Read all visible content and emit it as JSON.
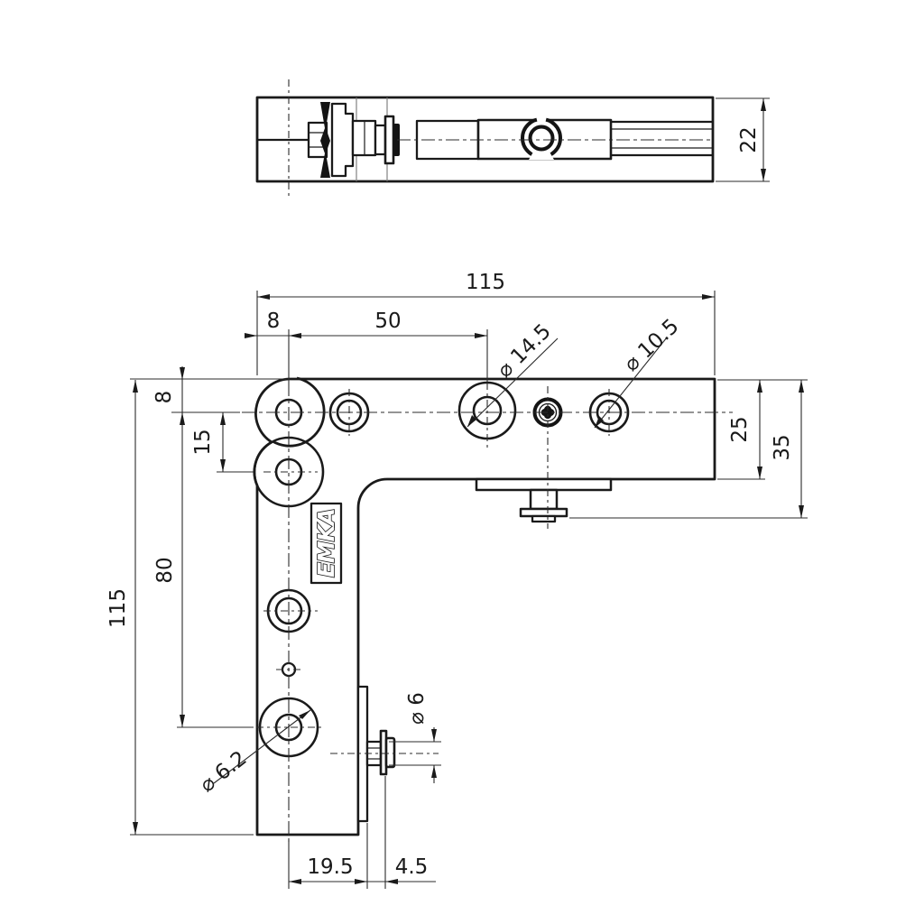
{
  "drawing": {
    "description": "Engineering drawing of an L-shaped 90-degree concealed hinge bracket with two views",
    "colors": {
      "background": "#ffffff",
      "line": "#1a1a1a",
      "thin_line": "#2b2b2b"
    },
    "logo": {
      "text": "EMKA"
    },
    "dimensions": {
      "depth_22": "22",
      "overall_width_115": "115",
      "offset_8_top": "8",
      "spacing_50": "50",
      "dia_14_5": "⌀ 14.5",
      "dia_10_5": "⌀ 10.5",
      "edge_8_left": "8",
      "spacing_15": "15",
      "spacing_80": "80",
      "overall_height_115": "115",
      "height_25": "25",
      "height_35": "35",
      "dia_6_2": "⌀ 6.2",
      "dia_6": "⌀ 6",
      "offset_19_5": "19.5",
      "offset_4_5": "4.5"
    }
  }
}
